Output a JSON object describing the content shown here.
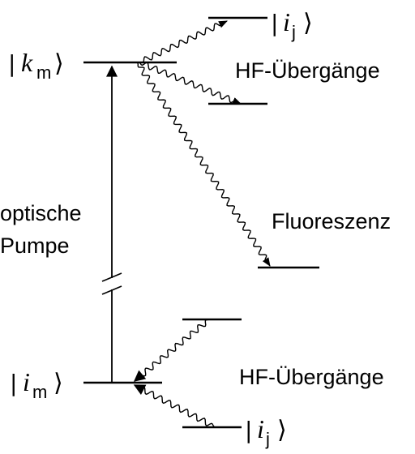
{
  "states": {
    "km": {
      "bracket_open": "|",
      "symbol": "k",
      "subscript": "m",
      "bracket_close": "⟩"
    },
    "ij_upper": {
      "bracket_open": "|",
      "symbol": "i",
      "subscript": "j",
      "bracket_close": "⟩"
    },
    "im": {
      "bracket_open": "|",
      "symbol": "i",
      "subscript": "m",
      "bracket_close": "⟩"
    },
    "ij_lower": {
      "bracket_open": "|",
      "symbol": "i",
      "subscript": "j",
      "bracket_close": "⟩"
    }
  },
  "labels": {
    "hf_upper": "HF-Übergänge",
    "fluorescence": "Fluoreszenz",
    "pump_line1": "optische",
    "pump_line2": "Pumpe",
    "hf_lower": "HF-Übergänge"
  },
  "colors": {
    "line": "#000000",
    "background": "#ffffff"
  }
}
